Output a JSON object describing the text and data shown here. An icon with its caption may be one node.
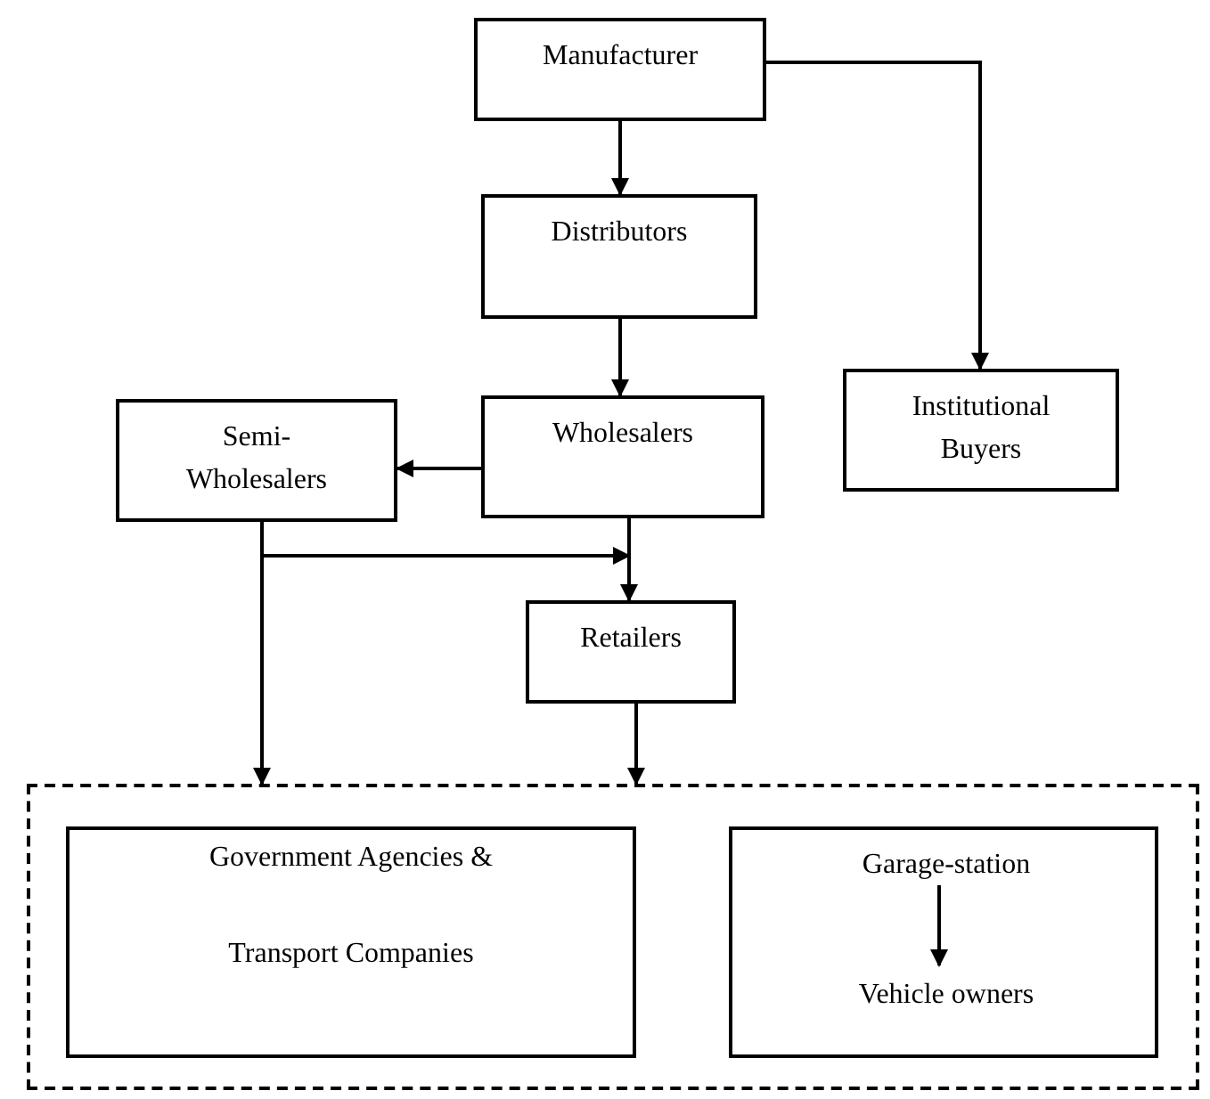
{
  "diagram": {
    "nodes": [
      {
        "text": [
          "Manufacturer"
        ]
      },
      {
        "text": [
          "Distributors"
        ]
      },
      {
        "text": [
          "Wholesalers"
        ]
      },
      {
        "text": [
          "Institutional Buyers"
        ]
      },
      {
        "text": [
          "Semi-Wholesalers"
        ]
      },
      {
        "text": [
          "Retailers"
        ]
      },
      {
        "text": [],
        "shape": "box"
      },
      {
        "text": [
          "Government Agencies &",
          "Transport Companies"
        ],
        "in": 6
      },
      {
        "text": [],
        "shape": "box",
        "in": 6
      },
      {
        "text": [
          "Garage-station"
        ],
        "in": 8
      },
      {
        "text": [
          "Vehicle owners"
        ],
        "in": 8
      }
    ],
    "edges": [
      {
        "from": 0,
        "to": 1,
        "arrow": "to"
      },
      {
        "from": 1,
        "to": 2,
        "arrow": "to"
      },
      {
        "from": 0,
        "to": 3,
        "arrow": "to"
      },
      {
        "from": 2,
        "to": 4,
        "arrow": "to"
      },
      {
        "from": 2,
        "to": 5,
        "arrow": "to"
      },
      {
        "from": 4,
        "to": 5,
        "arrow": "to"
      },
      {
        "from": 4,
        "to": 6,
        "arrow": "to"
      },
      {
        "from": 5,
        "to": 6,
        "arrow": "to"
      },
      {
        "from": 9,
        "to": 10,
        "arrow": "to"
      }
    ]
  }
}
